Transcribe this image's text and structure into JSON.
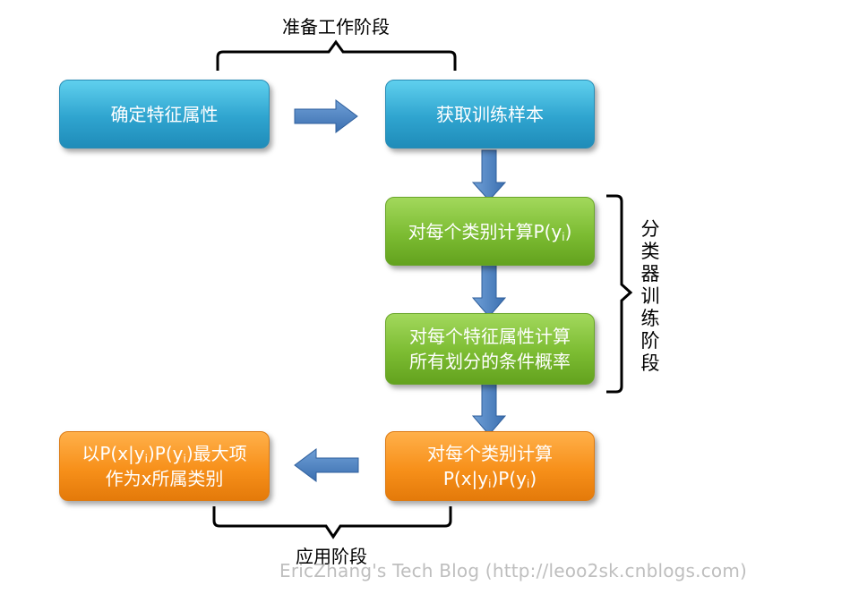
{
  "stages": {
    "prep": "准备工作阶段",
    "train": "分类器训练阶段",
    "apply": "应用阶段"
  },
  "boxes": {
    "determine_features": "确定特征属性",
    "get_samples": "获取训练样本",
    "calc_py": {
      "text": "对每个类别计算P(y",
      "sub": "i",
      "tail": ")"
    },
    "calc_cond": {
      "line1": "对每个特征属性计算",
      "line2": "所有划分的条件概率"
    },
    "calc_product": {
      "line1": "对每个类别计算",
      "l2a": "P(x|y",
      "l2sub1": "i",
      "l2b": ")P(y",
      "l2sub2": "i",
      "l2c": ")"
    },
    "argmax": {
      "l1a": "以P(x|y",
      "l1sub1": "i",
      "l1b": ")P(y",
      "l1sub2": "i",
      "l1c": ")最大项",
      "line2": "作为x所属类别"
    }
  },
  "watermark": "EricZhang's Tech Blog (http://leoo2sk.cnblogs.com)",
  "colors": {
    "blue": "#2fa4cf",
    "green": "#7cbc32",
    "orange": "#f7901a",
    "arrow": "#4a80c0"
  }
}
